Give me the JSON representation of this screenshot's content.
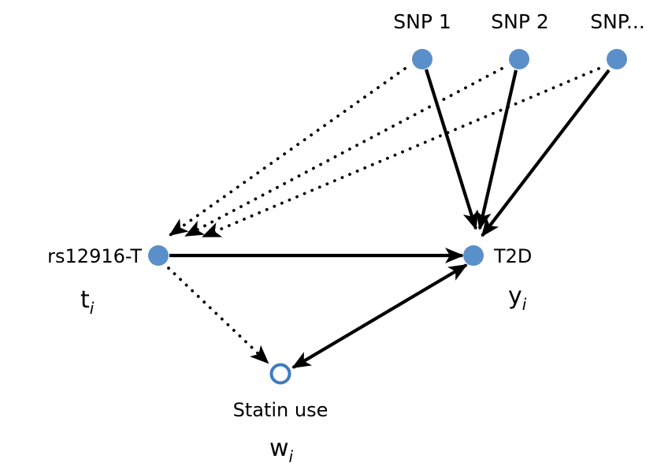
{
  "colors": {
    "node_fill": "#5b8fc9",
    "node_stroke": "#3f7bbf",
    "edge": "#000000",
    "background": "#ffffff"
  },
  "nodes": {
    "snp1": {
      "label": "SNP 1",
      "style": "filled"
    },
    "snp2": {
      "label": "SNP 2",
      "style": "filled"
    },
    "snp3": {
      "label": "SNP...",
      "style": "filled"
    },
    "exposure": {
      "label": "rs12916-T",
      "var": "t",
      "sub": "i",
      "style": "filled"
    },
    "outcome": {
      "label": "T2D",
      "var": "y",
      "sub": "i",
      "style": "filled"
    },
    "confounder": {
      "label": "Statin use",
      "var": "w",
      "sub": "i",
      "style": "hollow"
    }
  },
  "edges": [
    {
      "from": "snp1",
      "to": "outcome",
      "style": "solid",
      "direction": "forward"
    },
    {
      "from": "snp2",
      "to": "outcome",
      "style": "solid",
      "direction": "forward"
    },
    {
      "from": "snp3",
      "to": "outcome",
      "style": "solid",
      "direction": "forward"
    },
    {
      "from": "snp1",
      "to": "exposure",
      "style": "dotted",
      "direction": "forward"
    },
    {
      "from": "snp2",
      "to": "exposure",
      "style": "dotted",
      "direction": "forward"
    },
    {
      "from": "snp3",
      "to": "exposure",
      "style": "dotted",
      "direction": "forward"
    },
    {
      "from": "exposure",
      "to": "outcome",
      "style": "solid",
      "direction": "forward"
    },
    {
      "from": "exposure",
      "to": "confounder",
      "style": "dotted",
      "direction": "forward"
    },
    {
      "from": "outcome",
      "to": "confounder",
      "style": "solid",
      "direction": "both"
    }
  ]
}
